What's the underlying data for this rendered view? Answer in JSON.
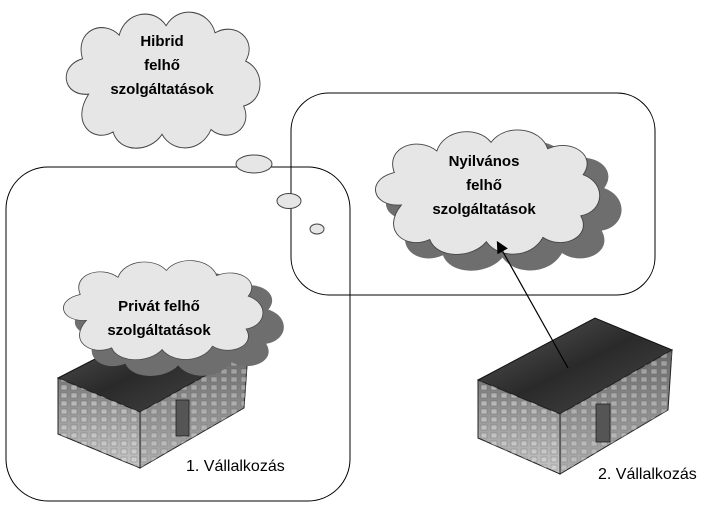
{
  "clouds": {
    "hybrid": [
      "Hibrid",
      "felhő",
      "szolgáltatások"
    ],
    "public": [
      "Nyilvános",
      "felhő",
      "szolgáltatások"
    ],
    "private": [
      "Privát felhő",
      "szolgáltatások"
    ]
  },
  "companies": {
    "first": "1. Vállalkozás",
    "second": "2. Vállalkozás"
  },
  "colors": {
    "cloud_fill": "#e6e6e6",
    "cloud_shadow": "#6e6e6e",
    "outline": "#000000",
    "building_roof": "#3a3a3a",
    "building_wall": "#9a9a9a"
  },
  "icons": [
    "cloud-icon",
    "building-icon",
    "arrow-icon"
  ]
}
